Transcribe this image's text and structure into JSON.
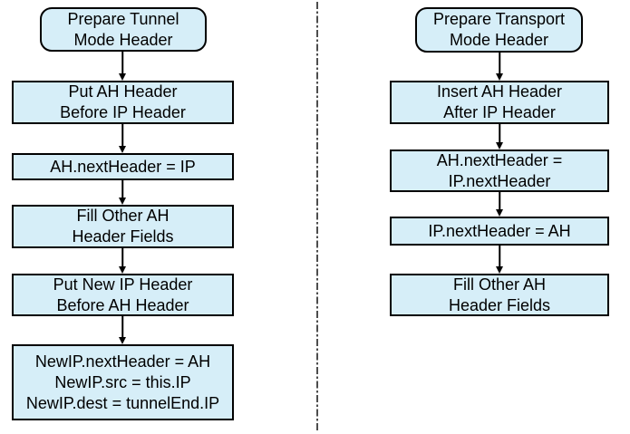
{
  "diagram": {
    "left_flow": {
      "nodes": [
        {
          "shape": "rounded",
          "label": "Prepare Tunnel\nMode Header"
        },
        {
          "shape": "rect",
          "label": "Put AH Header\nBefore IP Header"
        },
        {
          "shape": "rect",
          "label": "AH.nextHeader = IP"
        },
        {
          "shape": "rect",
          "label": "Fill Other AH\nHeader Fields"
        },
        {
          "shape": "rect",
          "label": "Put New IP Header\nBefore AH Header"
        },
        {
          "shape": "rect",
          "label": "NewIP.nextHeader = AH\nNewIP.src = this.IP\nNewIP.dest = tunnelEnd.IP"
        }
      ]
    },
    "right_flow": {
      "nodes": [
        {
          "shape": "rounded",
          "label": "Prepare Transport\nMode Header"
        },
        {
          "shape": "rect",
          "label": "Insert AH Header\nAfter IP Header"
        },
        {
          "shape": "rect",
          "label": "AH.nextHeader =\nIP.nextHeader"
        },
        {
          "shape": "rect",
          "label": "IP.nextHeader = AH"
        },
        {
          "shape": "rect",
          "label": "Fill Other AH\nHeader Fields"
        }
      ]
    }
  },
  "colors": {
    "node-fill": "#d6eef8",
    "node-border": "#000000",
    "arrow": "#000000",
    "separator": "#4d4d4d",
    "background": "#ffffff"
  }
}
